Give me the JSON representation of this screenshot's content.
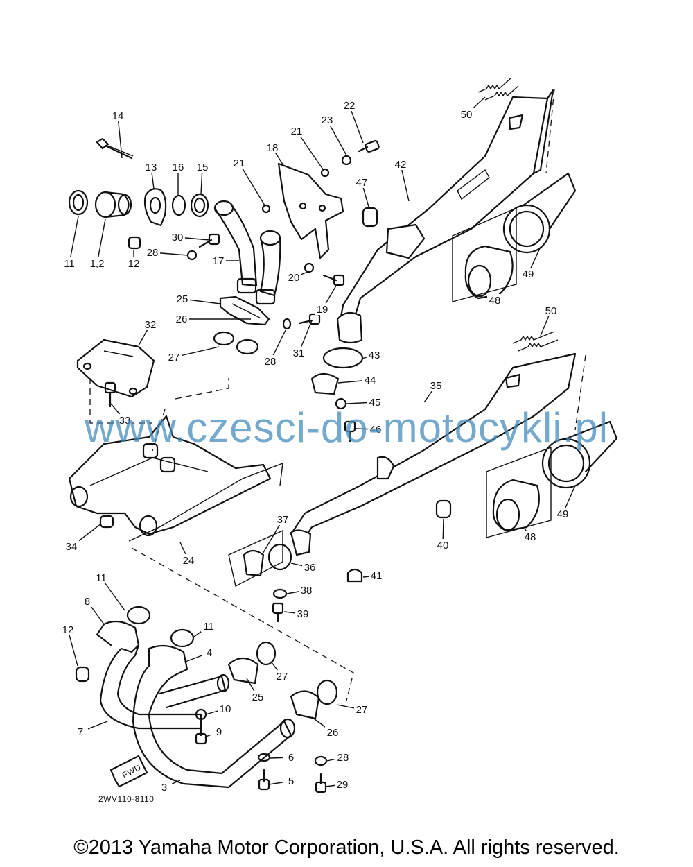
{
  "diagram": {
    "drawing_code": "2WV110-8110",
    "fwd_label": "FWD",
    "watermark": "www.czesci-do-motocykli.pl",
    "copyright": "©2013 Yamaha Motor Corporation, U.S.A. All rights reserved.",
    "callouts": [
      "11",
      "1,2",
      "12",
      "13",
      "14",
      "16",
      "15",
      "21",
      "18",
      "21",
      "23",
      "22",
      "47",
      "42",
      "50",
      "30",
      "28",
      "17",
      "20",
      "19",
      "25",
      "26",
      "27",
      "28",
      "31",
      "43",
      "44",
      "45",
      "46",
      "32",
      "33",
      "34",
      "24",
      "37",
      "36",
      "38",
      "39",
      "41",
      "35",
      "40",
      "48",
      "49",
      "48",
      "49",
      "50",
      "11",
      "8",
      "12",
      "7",
      "11",
      "4",
      "27",
      "25",
      "10",
      "9",
      "27",
      "26",
      "6",
      "5",
      "28",
      "29",
      "3"
    ]
  }
}
